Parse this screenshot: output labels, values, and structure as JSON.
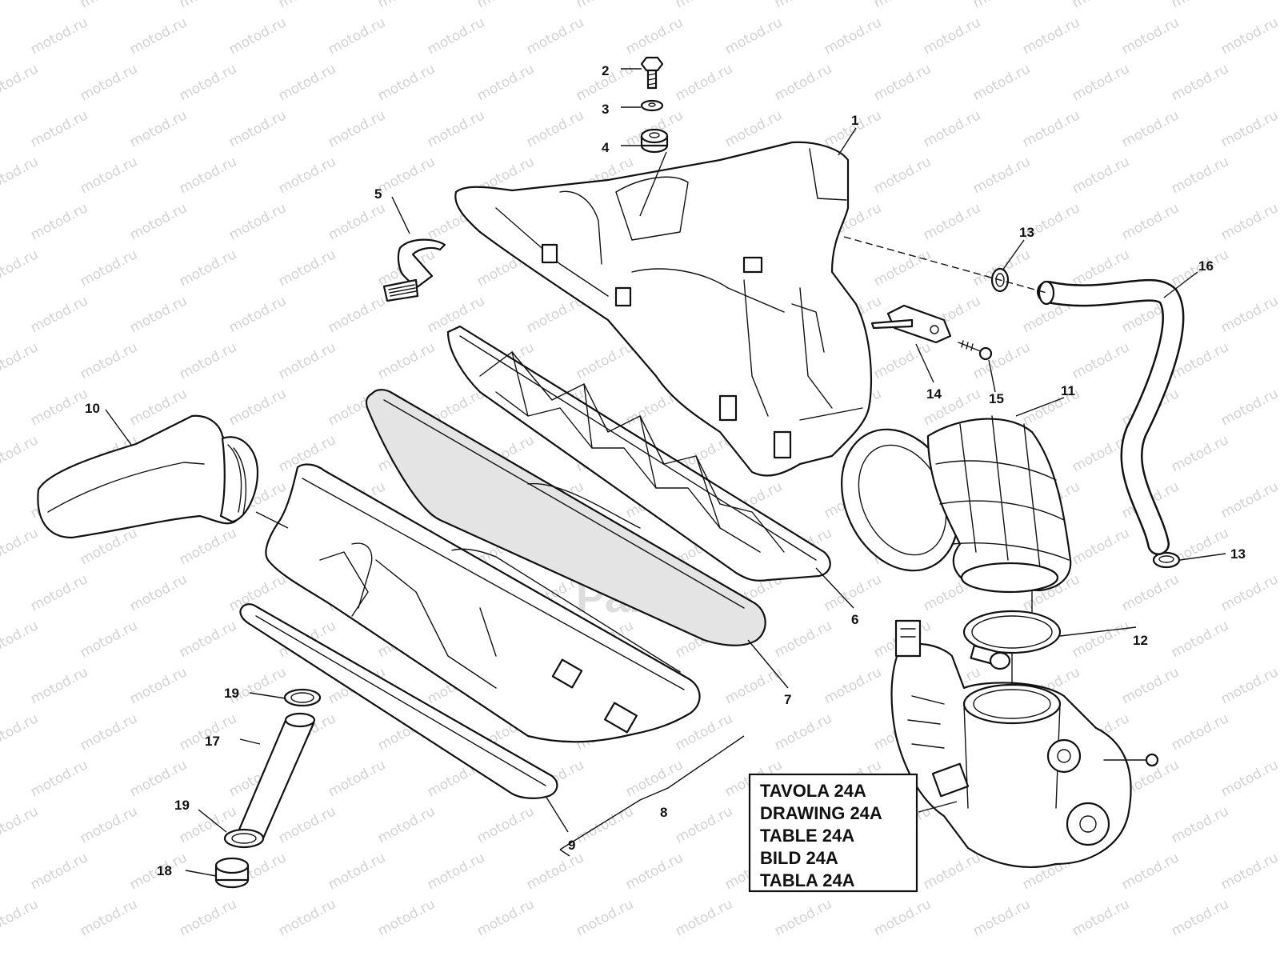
{
  "watermark": {
    "text": "motod.ru",
    "center_text": "Parts",
    "color": "#d2d2d2"
  },
  "callouts": [
    {
      "id": "c1",
      "label": "1"
    },
    {
      "id": "c2",
      "label": "2"
    },
    {
      "id": "c3",
      "label": "3"
    },
    {
      "id": "c4",
      "label": "4"
    },
    {
      "id": "c5",
      "label": "5"
    },
    {
      "id": "c6",
      "label": "6"
    },
    {
      "id": "c7",
      "label": "7"
    },
    {
      "id": "c8",
      "label": "8"
    },
    {
      "id": "c9",
      "label": "9"
    },
    {
      "id": "c10",
      "label": "10"
    },
    {
      "id": "c11",
      "label": "11"
    },
    {
      "id": "c12",
      "label": "12"
    },
    {
      "id": "c13a",
      "label": "13"
    },
    {
      "id": "c13b",
      "label": "13"
    },
    {
      "id": "c14",
      "label": "14"
    },
    {
      "id": "c15",
      "label": "15"
    },
    {
      "id": "c16",
      "label": "16"
    },
    {
      "id": "c17",
      "label": "17"
    },
    {
      "id": "c18",
      "label": "18"
    },
    {
      "id": "c19a",
      "label": "19"
    },
    {
      "id": "c19b",
      "label": "19"
    }
  ],
  "reference_box": {
    "lines": [
      "TAVOLA 24A",
      "DRAWING 24A",
      "TABLE 24A",
      "BILD 24A",
      "TABLA 24A"
    ]
  }
}
